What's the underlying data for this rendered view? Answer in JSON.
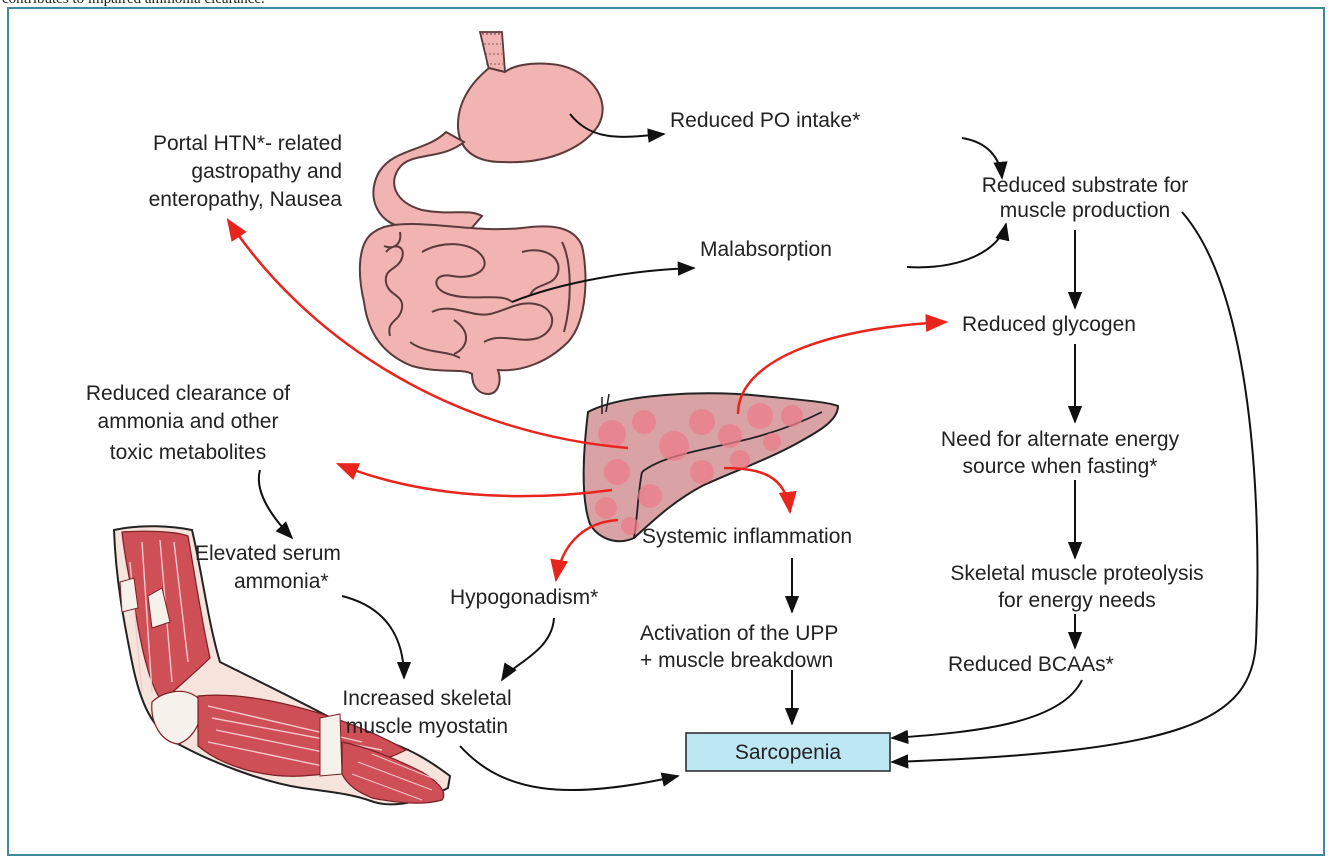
{
  "top_note": "contributes to impaired ammonia clearance.",
  "labels": {
    "reduced_po_intake": "Reduced PO intake*",
    "portal_htn_1": "Portal HTN*- related",
    "portal_htn_2": "gastropathy and",
    "portal_htn_3": "enteropathy, Nausea",
    "reduced_substrate_1": "Reduced substrate for",
    "reduced_substrate_2": "muscle production",
    "malabsorption": "Malabsorption",
    "reduced_glycogen": "Reduced glycogen",
    "reduced_clearance_1": "Reduced clearance of",
    "reduced_clearance_2": "ammonia and other",
    "reduced_clearance_3": "toxic metabolites",
    "need_energy_1": "Need for alternate energy",
    "need_energy_2": "source when fasting*",
    "systemic_inflammation": "Systemic inflammation",
    "elevated_ammonia_1": "Elevated serum",
    "elevated_ammonia_2": "ammonia*",
    "hypogonadism": "Hypogonadism*",
    "proteolysis_1": "Skeletal muscle proteolysis",
    "proteolysis_2": "for energy needs",
    "upp_1": "Activation of the UPP",
    "upp_2": "+ muscle breakdown",
    "reduced_bcaas": "Reduced BCAAs*",
    "myostatin_1": "Increased skeletal",
    "myostatin_2": "muscle myostatin",
    "sarcopenia": "Sarcopenia"
  },
  "colors": {
    "frame_border": "#3d8a9e",
    "sarcopenia_box": "#bde7f2",
    "red_arrow": "#e8251c",
    "black_arrow": "#111111",
    "organ_fill": "#f2b3b3",
    "liver_fill": "#d9a3a6",
    "muscle_fill": "#cf4f57"
  },
  "icons": {
    "stomach_intestine": "gastrointestinal-tract-illustration",
    "liver": "cirrhotic-liver-illustration",
    "arm": "arm-muscle-anatomy-illustration"
  }
}
